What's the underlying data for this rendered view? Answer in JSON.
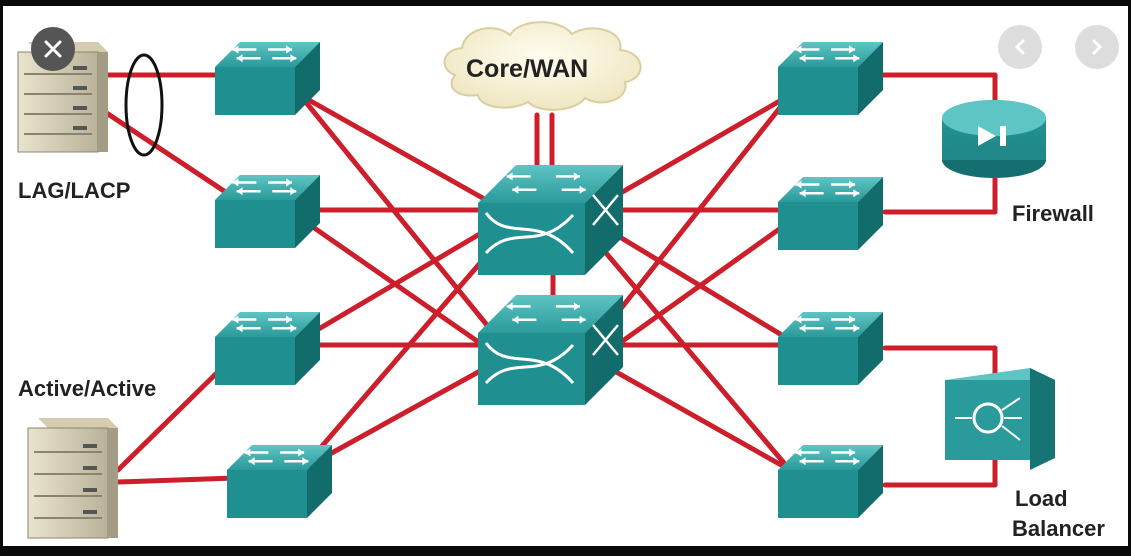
{
  "diagram": {
    "cloud_label": "Core/WAN",
    "labels": {
      "lag": "LAG/LACP",
      "active": "Active/Active",
      "firewall": "Firewall",
      "load_balancer_1": "Load",
      "load_balancer_2": "Balancer"
    }
  },
  "viewer": {
    "close_icon": "close-icon",
    "prev_icon": "chevron-left-icon",
    "next_icon": "chevron-right-icon"
  },
  "colors": {
    "link": "#cc1f2b",
    "switch": "#1f8f8f",
    "background": "#ffffff"
  }
}
